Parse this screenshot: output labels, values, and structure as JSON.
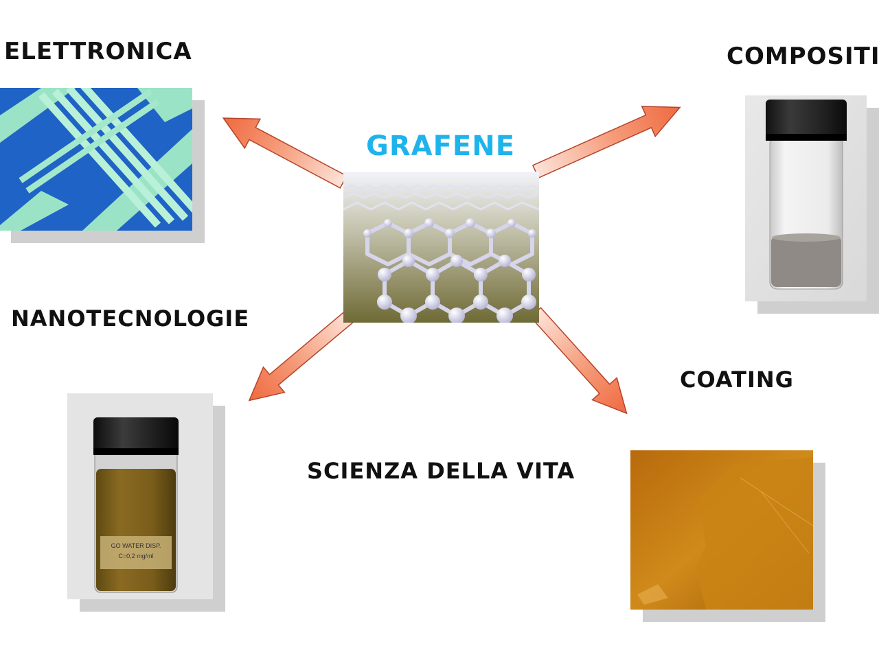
{
  "center": {
    "title": "GRAFENE"
  },
  "applications": {
    "electronics": "ELETTRONICA",
    "composites": "COMPOSITI",
    "nanotech": "NANOTECNOLOGIE",
    "coating": "COATING",
    "life_science": "SCIENZA DELLA VITA"
  },
  "vial_label": {
    "line1": "GO WATER DISP.",
    "line2": "C=0,2 mg/ml"
  },
  "colors": {
    "title": "#1fb3ec",
    "arrow_fill": "#f27a55",
    "arrow_light": "#fde3d9",
    "arrow_stroke": "#b5442a"
  }
}
